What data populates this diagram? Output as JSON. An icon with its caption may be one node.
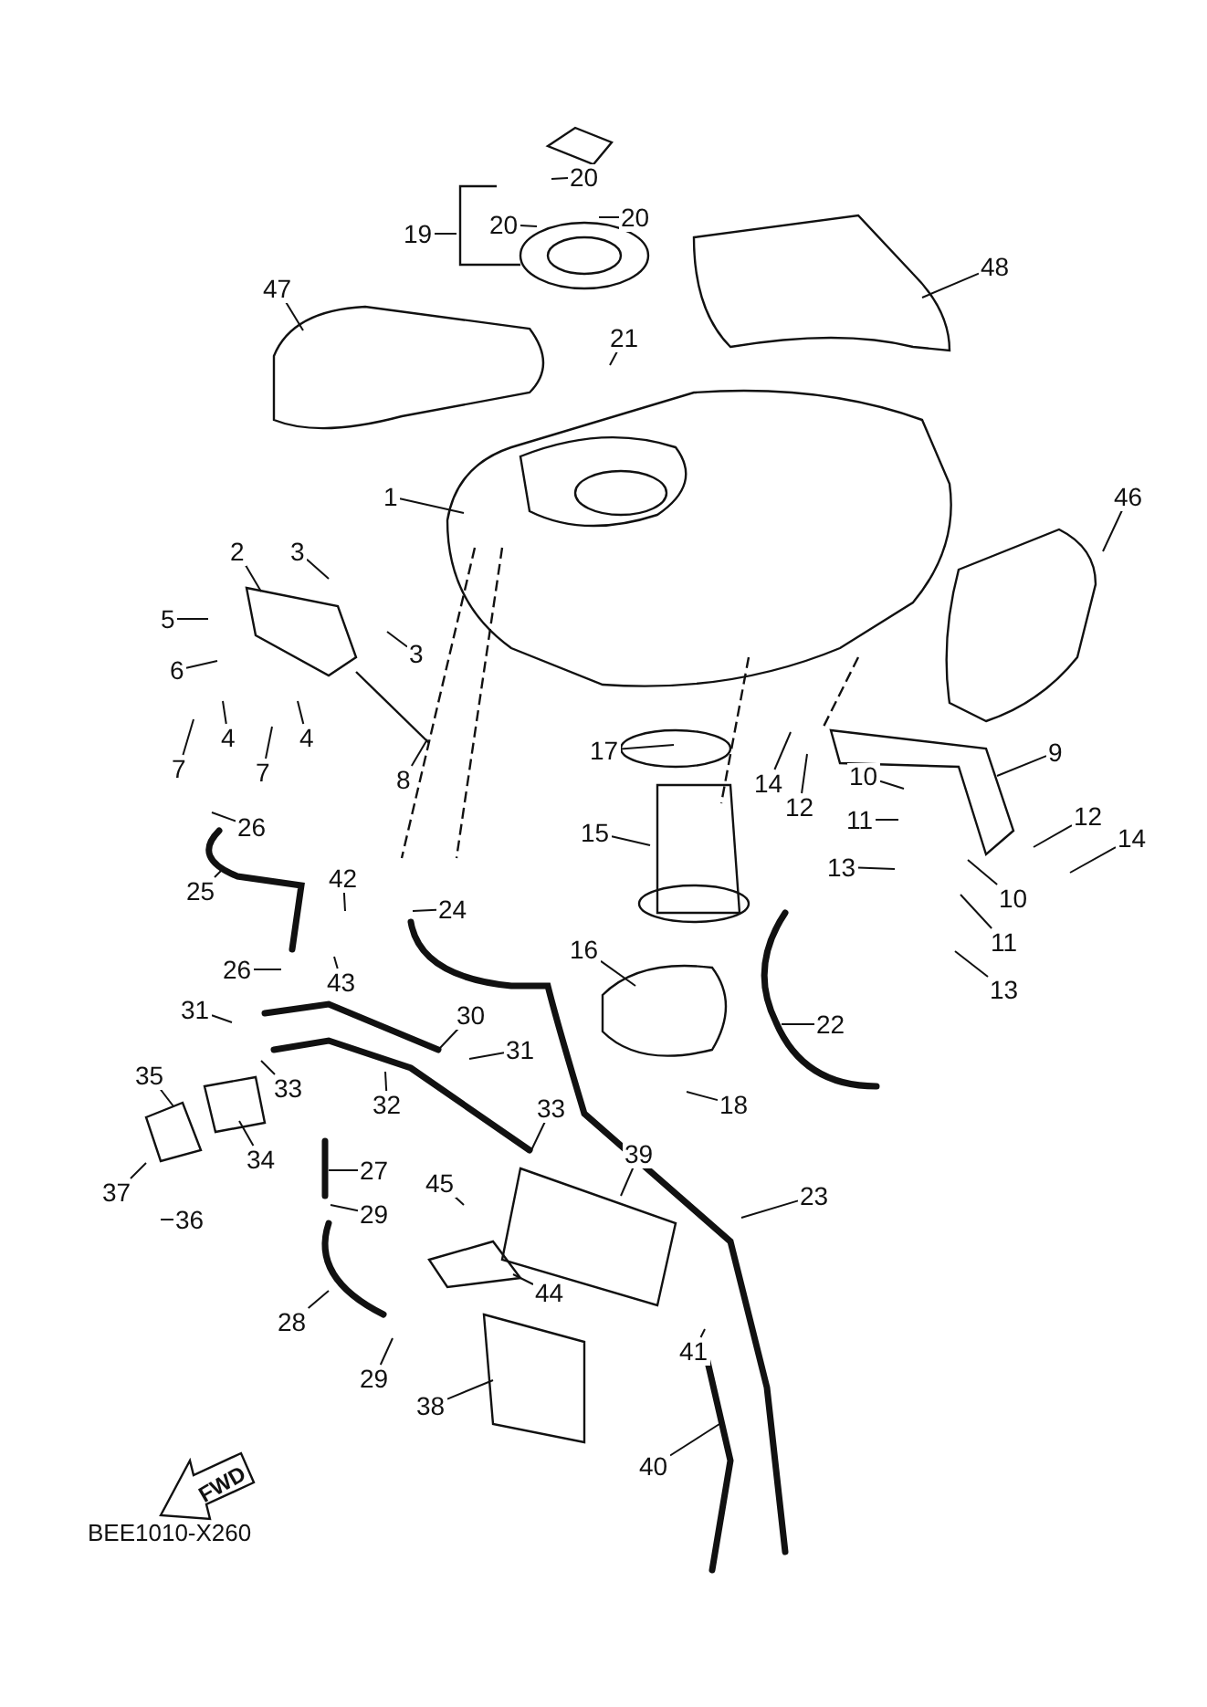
{
  "diagram": {
    "nodes": [
      {
        "text": [
          "19"
        ]
      },
      {
        "text": [
          "20"
        ]
      },
      {
        "text": [
          "20"
        ]
      },
      {
        "text": [
          "20"
        ]
      },
      {
        "text": [
          "21"
        ]
      },
      {
        "text": [
          "47"
        ]
      },
      {
        "text": [
          "48"
        ]
      },
      {
        "text": [
          "1"
        ]
      },
      {
        "text": [
          "46"
        ]
      },
      {
        "text": [
          "2"
        ]
      },
      {
        "text": [
          "3"
        ]
      },
      {
        "text": [
          "3"
        ]
      },
      {
        "text": [
          "5"
        ]
      },
      {
        "text": [
          "6"
        ]
      },
      {
        "text": [
          "4"
        ]
      },
      {
        "text": [
          "4"
        ]
      },
      {
        "text": [
          "7"
        ]
      },
      {
        "text": [
          "7"
        ]
      },
      {
        "text": [
          "8"
        ]
      },
      {
        "text": [
          "17"
        ]
      },
      {
        "text": [
          "14"
        ]
      },
      {
        "text": [
          "12"
        ]
      },
      {
        "text": [
          "9"
        ]
      },
      {
        "text": [
          "10"
        ]
      },
      {
        "text": [
          "11"
        ]
      },
      {
        "text": [
          "13"
        ]
      },
      {
        "text": [
          "10"
        ]
      },
      {
        "text": [
          "11"
        ]
      },
      {
        "text": [
          "12"
        ]
      },
      {
        "text": [
          "14"
        ]
      },
      {
        "text": [
          "13"
        ]
      },
      {
        "text": [
          "15"
        ]
      },
      {
        "text": [
          "26"
        ]
      },
      {
        "text": [
          "25"
        ]
      },
      {
        "text": [
          "42"
        ]
      },
      {
        "text": [
          "24"
        ]
      },
      {
        "text": [
          "43"
        ]
      },
      {
        "text": [
          "26"
        ]
      },
      {
        "text": [
          "16"
        ]
      },
      {
        "text": [
          "22"
        ]
      },
      {
        "text": [
          "31"
        ]
      },
      {
        "text": [
          "30"
        ]
      },
      {
        "text": [
          "31"
        ]
      },
      {
        "text": [
          "33"
        ]
      },
      {
        "text": [
          "32"
        ]
      },
      {
        "text": [
          "35"
        ]
      },
      {
        "text": [
          "34"
        ]
      },
      {
        "text": [
          "18"
        ]
      },
      {
        "text": [
          "33"
        ]
      },
      {
        "text": [
          "39"
        ]
      },
      {
        "text": [
          "27"
        ]
      },
      {
        "text": [
          "29"
        ]
      },
      {
        "text": [
          "37"
        ]
      },
      {
        "text": [
          "36"
        ]
      },
      {
        "text": [
          "45"
        ]
      },
      {
        "text": [
          "23"
        ]
      },
      {
        "text": [
          "44"
        ]
      },
      {
        "text": [
          "28"
        ]
      },
      {
        "text": [
          "29"
        ]
      },
      {
        "text": [
          "41"
        ]
      },
      {
        "text": [
          "38"
        ]
      },
      {
        "text": [
          "40"
        ]
      }
    ],
    "edges": [
      {
        "from": 0,
        "to": null,
        "arrow": "none"
      },
      {
        "from": 1,
        "to": null,
        "arrow": "none"
      },
      {
        "from": 2,
        "to": null,
        "arrow": "none"
      },
      {
        "from": 3,
        "to": null,
        "arrow": "none"
      },
      {
        "from": 4,
        "to": null,
        "arrow": "none"
      },
      {
        "from": 5,
        "to": null,
        "arrow": "none"
      },
      {
        "from": 6,
        "to": null,
        "arrow": "none"
      },
      {
        "from": 7,
        "to": null,
        "arrow": "none"
      },
      {
        "from": 8,
        "to": null,
        "arrow": "none"
      },
      {
        "from": 9,
        "to": null,
        "arrow": "none"
      },
      {
        "from": 10,
        "to": null,
        "arrow": "none"
      },
      {
        "from": 11,
        "to": null,
        "arrow": "none"
      },
      {
        "from": 12,
        "to": null,
        "arrow": "none"
      },
      {
        "from": 13,
        "to": null,
        "arrow": "none"
      },
      {
        "from": 14,
        "to": null,
        "arrow": "none"
      },
      {
        "from": 15,
        "to": null,
        "arrow": "none"
      },
      {
        "from": 16,
        "to": null,
        "arrow": "none"
      },
      {
        "from": 17,
        "to": null,
        "arrow": "none"
      },
      {
        "from": 18,
        "to": null,
        "arrow": "none"
      },
      {
        "from": 19,
        "to": null,
        "arrow": "none"
      },
      {
        "from": 20,
        "to": null,
        "arrow": "none"
      },
      {
        "from": 21,
        "to": null,
        "arrow": "none"
      },
      {
        "from": 22,
        "to": null,
        "arrow": "none"
      },
      {
        "from": 23,
        "to": null,
        "arrow": "none"
      },
      {
        "from": 24,
        "to": null,
        "arrow": "none"
      },
      {
        "from": 25,
        "to": null,
        "arrow": "none"
      },
      {
        "from": 26,
        "to": null,
        "arrow": "none"
      },
      {
        "from": 27,
        "to": null,
        "arrow": "none"
      },
      {
        "from": 28,
        "to": null,
        "arrow": "none"
      },
      {
        "from": 29,
        "to": null,
        "arrow": "none"
      },
      {
        "from": 30,
        "to": null,
        "arrow": "none"
      },
      {
        "from": 31,
        "to": null,
        "arrow": "none"
      },
      {
        "from": 32,
        "to": null,
        "arrow": "none"
      },
      {
        "from": 33,
        "to": null,
        "arrow": "none"
      },
      {
        "from": 34,
        "to": null,
        "arrow": "none"
      },
      {
        "from": 35,
        "to": null,
        "arrow": "none"
      },
      {
        "from": 36,
        "to": null,
        "arrow": "none"
      },
      {
        "from": 37,
        "to": null,
        "arrow": "none"
      },
      {
        "from": 38,
        "to": null,
        "arrow": "none"
      },
      {
        "from": 39,
        "to": null,
        "arrow": "none"
      },
      {
        "from": 40,
        "to": null,
        "arrow": "none"
      },
      {
        "from": 41,
        "to": null,
        "arrow": "none"
      },
      {
        "from": 42,
        "to": null,
        "arrow": "none"
      },
      {
        "from": 43,
        "to": null,
        "arrow": "none"
      },
      {
        "from": 44,
        "to": null,
        "arrow": "none"
      },
      {
        "from": 45,
        "to": null,
        "arrow": "none"
      },
      {
        "from": 46,
        "to": null,
        "arrow": "none"
      },
      {
        "from": 47,
        "to": null,
        "arrow": "none"
      },
      {
        "from": 48,
        "to": null,
        "arrow": "none"
      },
      {
        "from": 49,
        "to": null,
        "arrow": "none"
      },
      {
        "from": 50,
        "to": null,
        "arrow": "none"
      },
      {
        "from": 51,
        "to": null,
        "arrow": "none"
      },
      {
        "from": 52,
        "to": null,
        "arrow": "none"
      },
      {
        "from": 53,
        "to": null,
        "arrow": "none"
      },
      {
        "from": 54,
        "to": null,
        "arrow": "none"
      },
      {
        "from": 55,
        "to": null,
        "arrow": "none"
      },
      {
        "from": 56,
        "to": null,
        "arrow": "none"
      },
      {
        "from": 57,
        "to": null,
        "arrow": "none"
      },
      {
        "from": 58,
        "to": null,
        "arrow": "none"
      },
      {
        "from": 59,
        "to": null,
        "arrow": "none"
      },
      {
        "from": 60,
        "to": null,
        "arrow": "none"
      },
      {
        "from": 61,
        "to": null,
        "arrow": "none"
      }
    ],
    "labels": [
      "FWD",
      "BEE1010-X260"
    ]
  }
}
